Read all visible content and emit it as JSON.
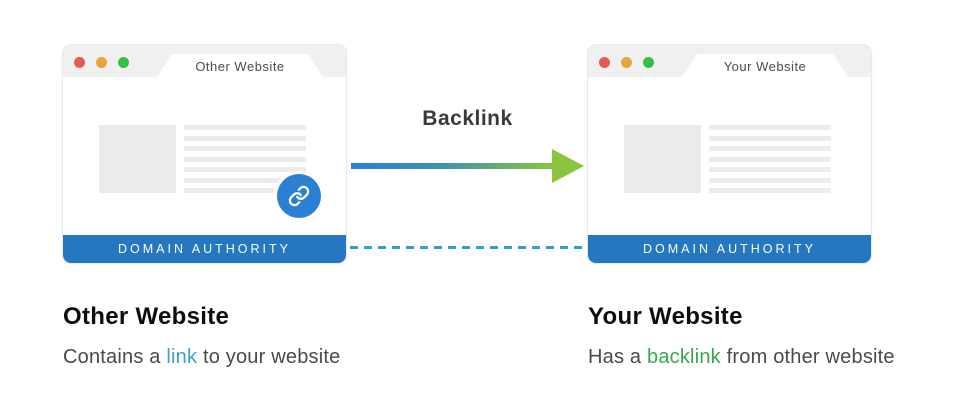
{
  "arrow": {
    "label": "Backlink"
  },
  "windows": {
    "left": {
      "tab_title": "Other Website",
      "footer_label": "DOMAIN AUTHORITY"
    },
    "right": {
      "tab_title": "Your Website",
      "footer_label": "DOMAIN AUTHORITY"
    }
  },
  "captions": {
    "left": {
      "title": "Other Website",
      "text_before": "Contains a ",
      "highlight": "link",
      "text_after": " to your website"
    },
    "right": {
      "title": "Your Website",
      "text_before": "Has a ",
      "highlight": "backlink",
      "text_after": " from other website"
    }
  },
  "icons": {
    "link": "link-icon",
    "window_controls": [
      "close-dot",
      "minimize-dot",
      "maximize-dot"
    ]
  },
  "colors": {
    "footer_blue": "#2577c0",
    "circle_blue": "#2b80d4",
    "dash_blue": "#2f9ed6",
    "link_text_blue": "#3f9cd6",
    "backlink_text_green": "#37a84c",
    "arrow_gradient_start": "#2b7fd6",
    "arrow_gradient_end": "#8bc53f",
    "dot_red": "#e65a53",
    "dot_orange": "#e8a33c",
    "dot_green": "#33c045",
    "header_gray": "#f0f0f1",
    "placeholder_gray": "#ececec"
  }
}
